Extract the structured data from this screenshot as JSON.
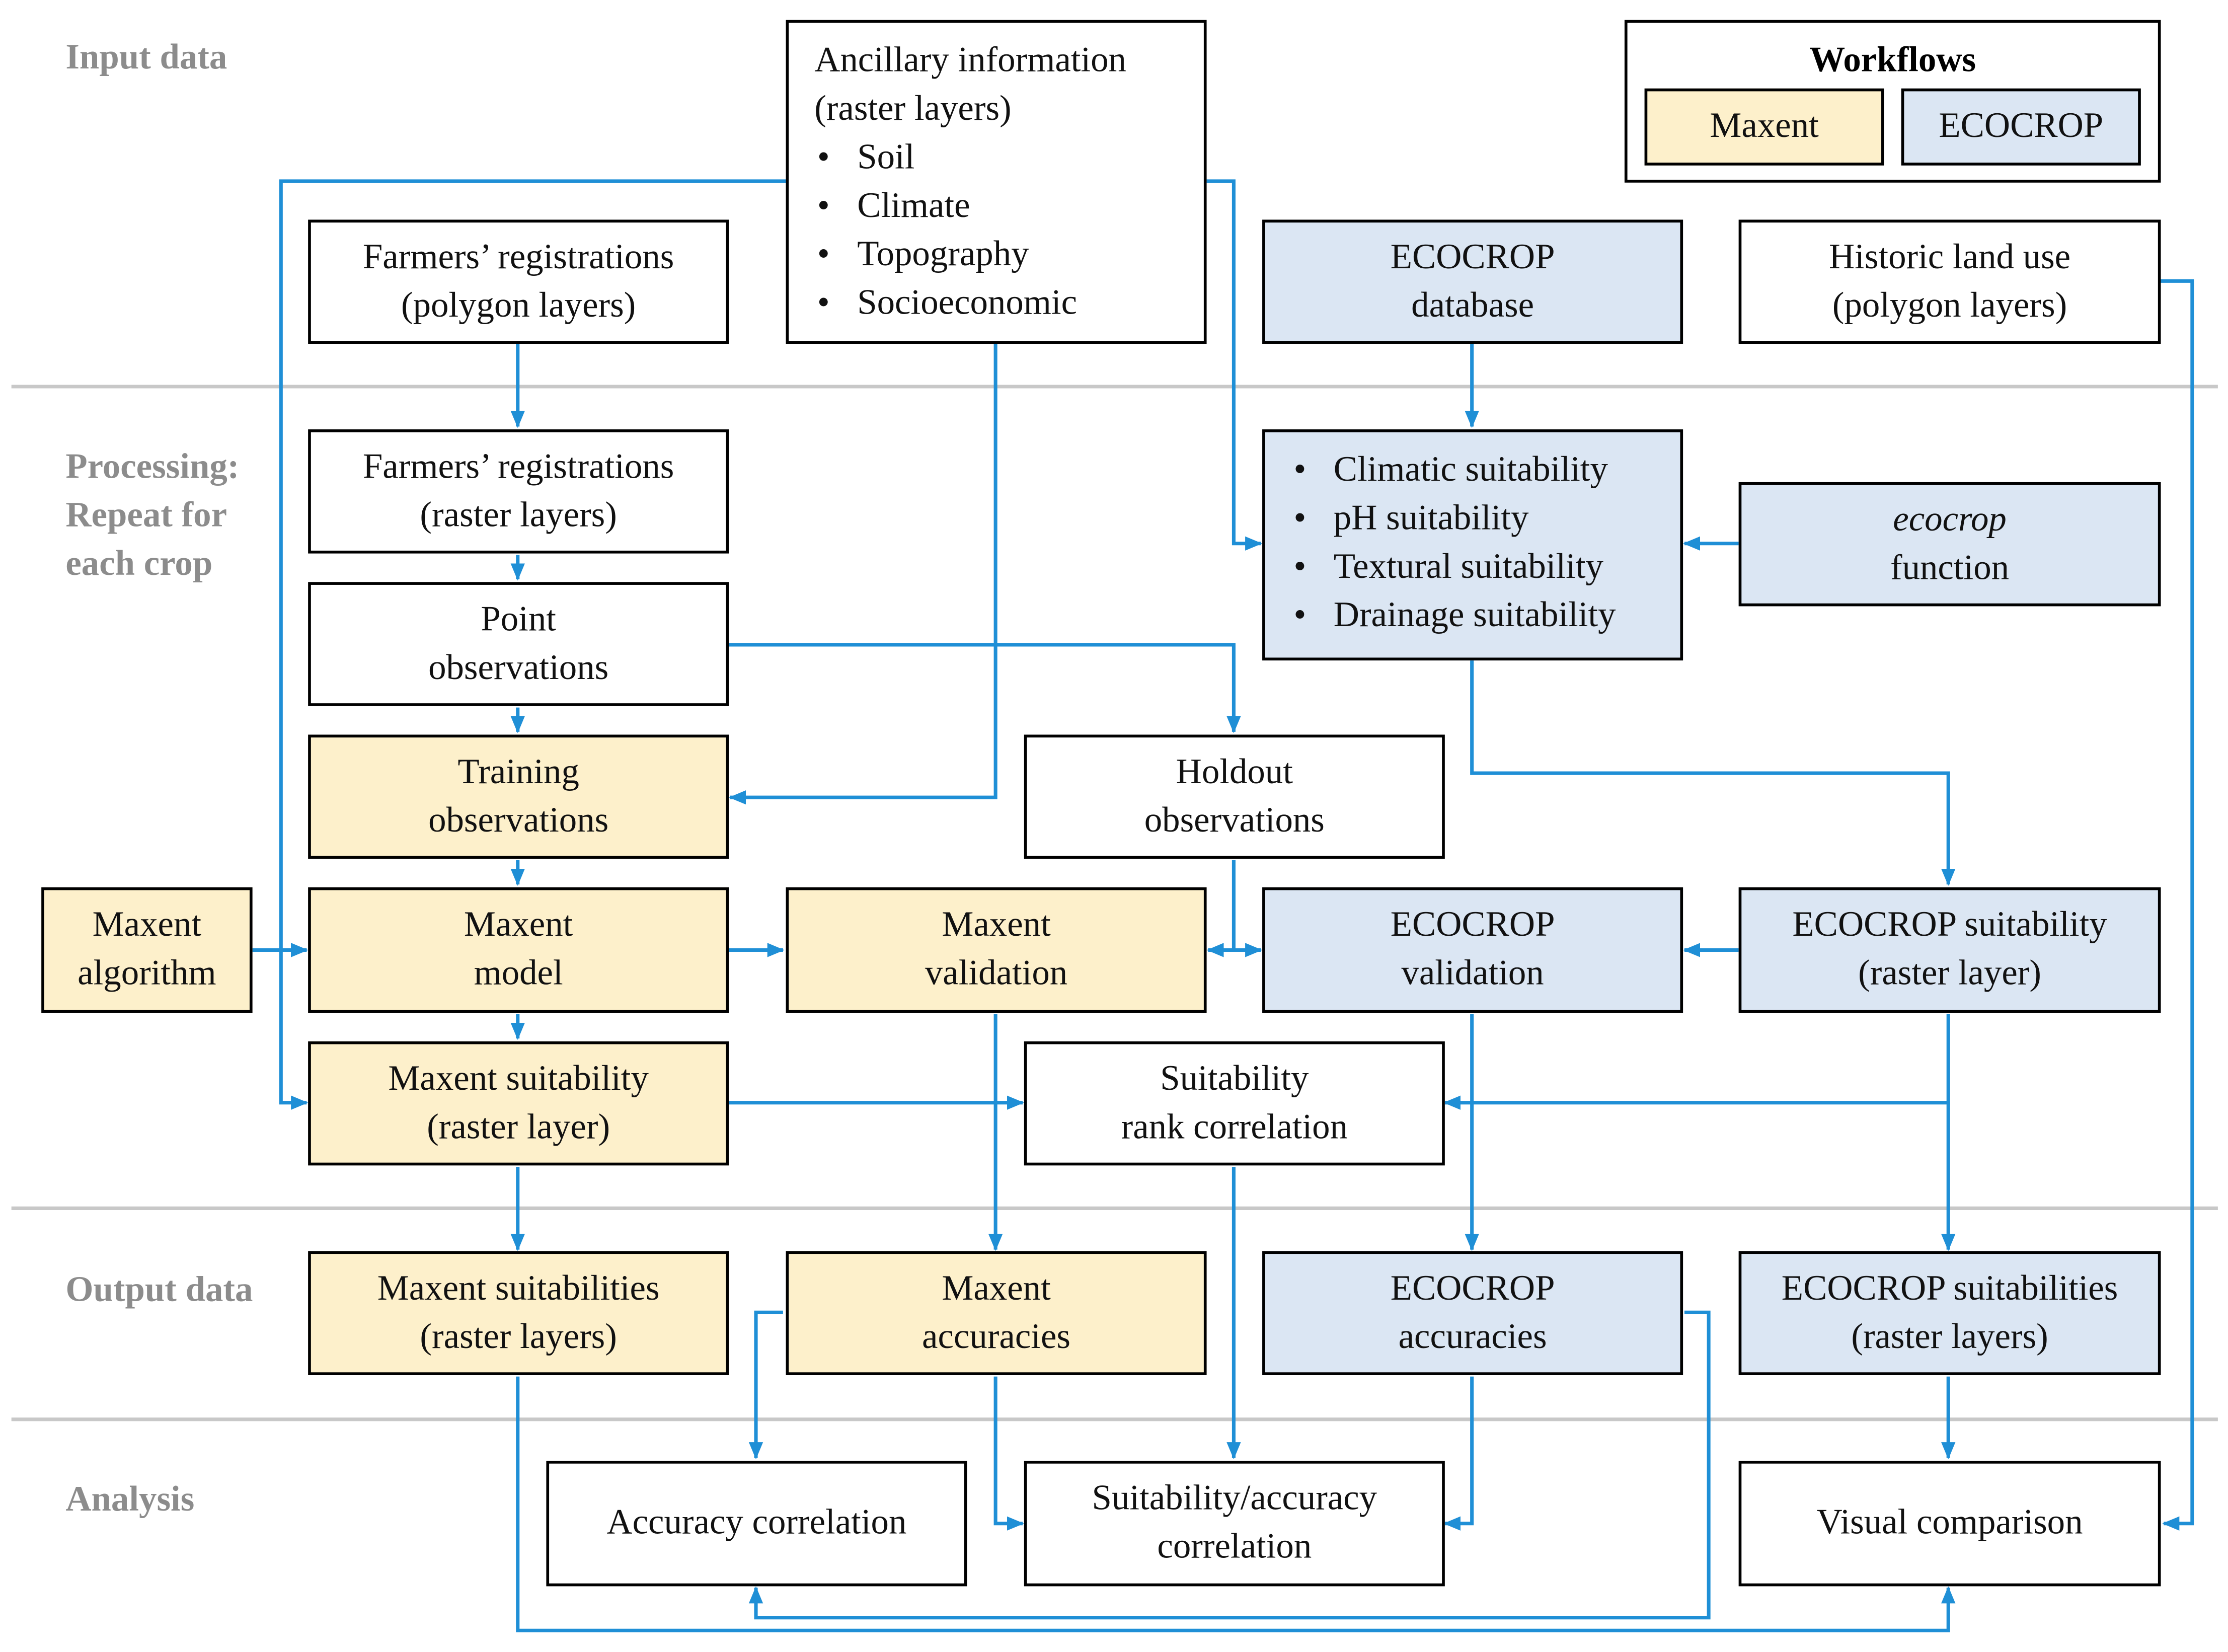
{
  "sections": {
    "input": "Input data",
    "processing": [
      "Processing:",
      "Repeat for",
      "each crop"
    ],
    "output": "Output data",
    "analysis": "Analysis"
  },
  "legend": {
    "title": "Workflows",
    "maxent": "Maxent",
    "ecocrop": "ECOCROP"
  },
  "colors": {
    "maxent_fill": "#fdf0cb",
    "ecocrop_fill": "#dbe6f3",
    "arrow": "#1f8fd6",
    "divider": "#c8c8c8",
    "section_label": "#8c8c8c"
  },
  "nodes": {
    "ancillary": {
      "heading": [
        "Ancillary information",
        "(raster layers)"
      ],
      "items": [
        "Soil",
        "Climate",
        "Topography",
        "Socioeconomic"
      ]
    },
    "farmers_polygon": [
      "Farmers’ registrations",
      "(polygon layers)"
    ],
    "ecocrop_db": [
      "ECOCROP",
      "database"
    ],
    "historic": [
      "Historic land use",
      "(polygon layers)"
    ],
    "farmers_raster": [
      "Farmers’ registrations",
      "(raster layers)"
    ],
    "suitability_list": [
      "Climatic suitability",
      "pH suitability",
      "Textural suitability",
      "Drainage suitability"
    ],
    "ecocrop_function": [
      "ecocrop",
      "function"
    ],
    "point_obs": [
      "Point",
      "observations"
    ],
    "training_obs": [
      "Training",
      "observations"
    ],
    "holdout_obs": [
      "Holdout",
      "observations"
    ],
    "maxent_algorithm": [
      "Maxent",
      "algorithm"
    ],
    "maxent_model": [
      "Maxent",
      "model"
    ],
    "maxent_validation": [
      "Maxent",
      "validation"
    ],
    "ecocrop_validation": [
      "ECOCROP",
      "validation"
    ],
    "ecocrop_suit_raster": [
      "ECOCROP suitability",
      "(raster layer)"
    ],
    "maxent_suit_raster": [
      "Maxent suitability",
      "(raster layer)"
    ],
    "rank_corr": [
      "Suitability",
      "rank correlation"
    ],
    "maxent_suits_out": [
      "Maxent suitabilities",
      "(raster layers)"
    ],
    "maxent_acc": [
      "Maxent",
      "accuracies"
    ],
    "ecocrop_acc": [
      "ECOCROP",
      "accuracies"
    ],
    "ecocrop_suits_out": [
      "ECOCROP suitabilities",
      "(raster layers)"
    ],
    "accuracy_corr": [
      "Accuracy correlation"
    ],
    "suit_acc_corr": [
      "Suitability/accuracy",
      "correlation"
    ],
    "visual_comp": [
      "Visual comparison"
    ]
  }
}
